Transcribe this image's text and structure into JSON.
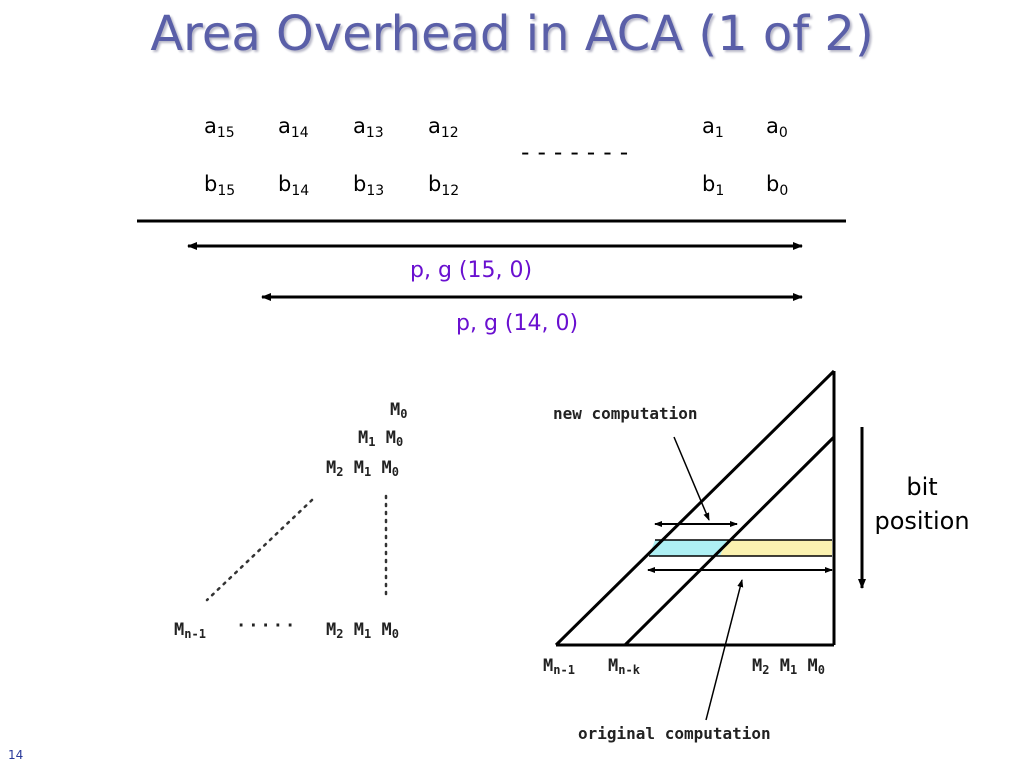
{
  "slide": {
    "title": "Area Overhead in ACA (1 of 2)",
    "page_number": "14"
  },
  "operands": {
    "a": [
      {
        "base": "a",
        "index": "15"
      },
      {
        "base": "a",
        "index": "14"
      },
      {
        "base": "a",
        "index": "13"
      },
      {
        "base": "a",
        "index": "12"
      },
      {
        "base": "a",
        "index": "1"
      },
      {
        "base": "a",
        "index": "0"
      }
    ],
    "b": [
      {
        "base": "b",
        "index": "15"
      },
      {
        "base": "b",
        "index": "14"
      },
      {
        "base": "b",
        "index": "13"
      },
      {
        "base": "b",
        "index": "12"
      },
      {
        "base": "b",
        "index": "1"
      },
      {
        "base": "b",
        "index": "0"
      }
    ],
    "ellipsis": "-------"
  },
  "spans": [
    {
      "label": "p, g (15, 0)"
    },
    {
      "label": "p, g (14, 0)"
    }
  ],
  "left_diagram": {
    "rows": [
      {
        "terms": [
          {
            "base": "M",
            "index": "0"
          }
        ]
      },
      {
        "terms": [
          {
            "base": "M",
            "index": "1"
          },
          {
            "base": "M",
            "index": "0"
          }
        ]
      },
      {
        "terms": [
          {
            "base": "M",
            "index": "2"
          },
          {
            "base": "M",
            "index": "1"
          },
          {
            "base": "M",
            "index": "0"
          }
        ]
      }
    ],
    "bottom_left": {
      "base": "M",
      "index": "n-1"
    },
    "bottom_dots": "·····",
    "bottom_right": [
      {
        "base": "M",
        "index": "2"
      },
      {
        "base": "M",
        "index": "1"
      },
      {
        "base": "M",
        "index": "0"
      }
    ]
  },
  "right_diagram": {
    "new_label": "new computation",
    "original_label": "original computation",
    "bottom_labels": {
      "mn1": {
        "base": "M",
        "index": "n-1"
      },
      "mnk": {
        "base": "M",
        "index": "n-k"
      },
      "right": [
        {
          "base": "M",
          "index": "2"
        },
        {
          "base": "M",
          "index": "1"
        },
        {
          "base": "M",
          "index": "0"
        }
      ]
    },
    "colors": {
      "new_fill": "#aef0f4",
      "original_fill": "#fbf2b0"
    }
  },
  "bit_position": {
    "line1": "bit",
    "line2": "position"
  },
  "colors": {
    "title": "#5a5fa8",
    "span_label": "#6a10d0",
    "page_number": "#2a3a9a"
  }
}
